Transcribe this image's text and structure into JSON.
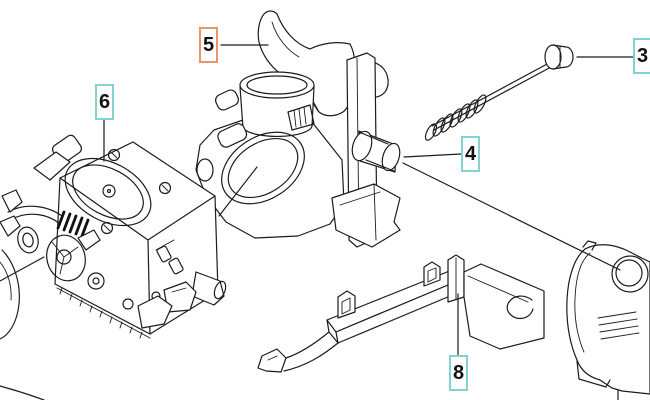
{
  "diagram": {
    "kind": "exploded parts diagram",
    "background_color": "#ffffff",
    "line_color": "#1c1c1c"
  },
  "labels": [
    {
      "text": "3",
      "border_color": "#85d2d2"
    },
    {
      "text": "4",
      "border_color": "#85d2d2"
    },
    {
      "text": "5",
      "border_color": "#e8946d"
    },
    {
      "text": "6",
      "border_color": "#85d2d2"
    },
    {
      "text": "8",
      "border_color": "#85d2d2"
    }
  ]
}
